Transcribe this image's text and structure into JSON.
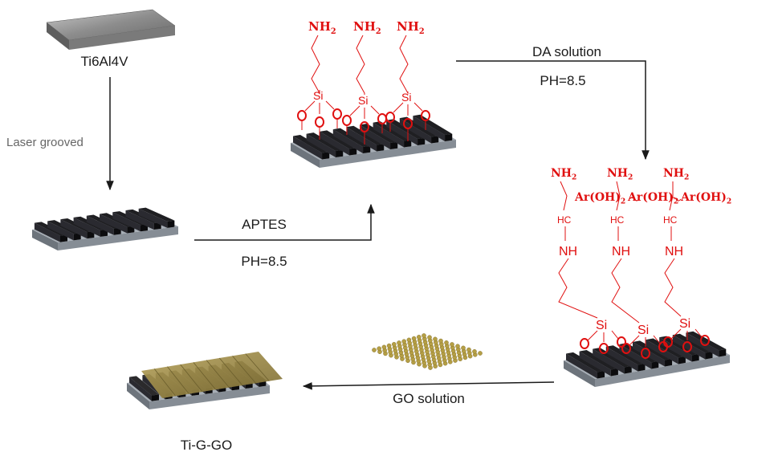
{
  "labels": {
    "raw_material": "Ti6Al4V",
    "laser_step": "Laser grooved",
    "aptes_step": "APTES",
    "aptes_ph": "PH=8.5",
    "da_step": "DA solution",
    "da_ph": "PH=8.5",
    "go_step": "GO solution",
    "final_product": "Ti-G-GO"
  },
  "chem": {
    "amine": "NH",
    "amine_sub": "2",
    "silicon": "Si",
    "oxygen": "O",
    "secondary_amine": "NH",
    "methine": "HC",
    "catechol": "Ar(OH)",
    "catechol_sub": "2"
  },
  "colors": {
    "chemistry": "#e01010",
    "ridge": "#1f1f22",
    "base_top": "#a7aeb6",
    "base_side": "#6d747c",
    "go_film": "#9d8a45",
    "go_particles": "#b59f45",
    "plate": "#8a8a8a"
  }
}
